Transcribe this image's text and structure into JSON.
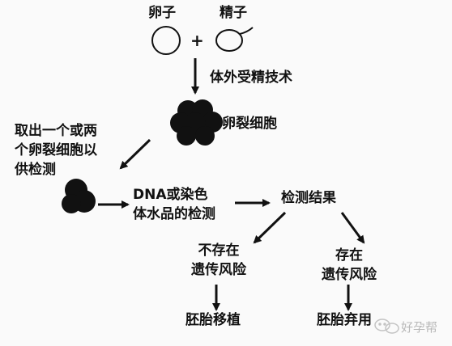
{
  "egg": "卵子",
  "sperm": "精子",
  "plus": "+",
  "ivf": "体外受精技术",
  "cleavage_cells": "卵裂细胞",
  "extract_lines": [
    "取出一个或两",
    "个卵裂细胞以",
    "供检测"
  ],
  "test_lines": [
    "DNA或染色",
    "体水品的检测"
  ],
  "result": "检测结果",
  "no_risk_lines": [
    "不存在",
    "遗传风险"
  ],
  "risk_lines": [
    "存在",
    "遗传风险"
  ],
  "transfer": "胚胎移植",
  "discard": "胚胎弃用",
  "watermark": "好孕帮"
}
